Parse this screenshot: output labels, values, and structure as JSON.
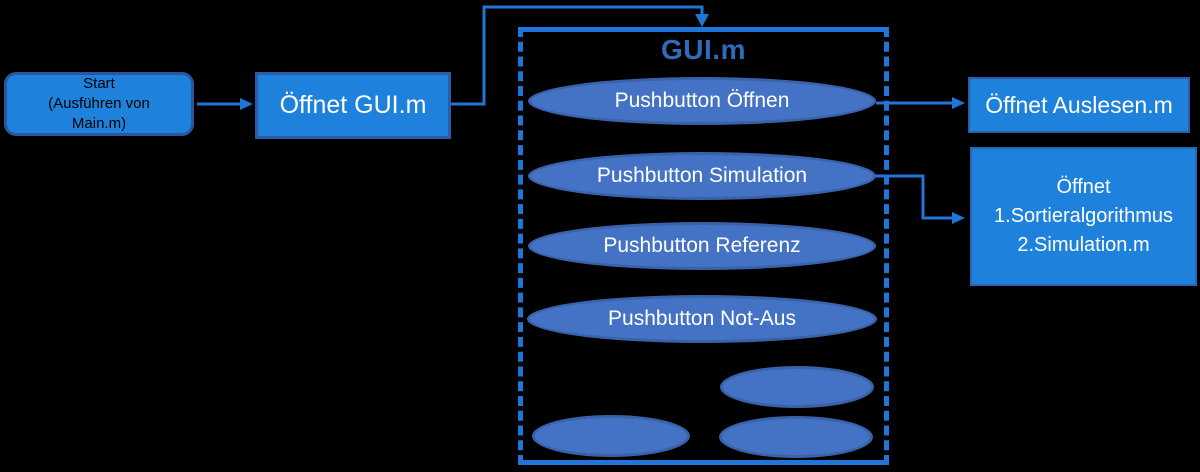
{
  "diagram": {
    "background": "#000000",
    "nodes": {
      "start": {
        "lines": [
          "Start",
          "(Ausführen von",
          "Main.m)"
        ]
      },
      "open_gui": {
        "label": "Öffnet GUI.m"
      },
      "gui_container": {
        "title": "GUI.m"
      },
      "pushbuttons": [
        {
          "label": "Pushbutton Öffnen"
        },
        {
          "label": "Pushbutton Simulation"
        },
        {
          "label": "Pushbutton Referenz"
        },
        {
          "label": "Pushbutton Not-Aus"
        },
        {
          "label": ""
        },
        {
          "label": ""
        },
        {
          "label": ""
        }
      ],
      "open_auslesen": {
        "label": "Öffnet Auslesen.m"
      },
      "open_simulation": {
        "lines": [
          "Öffnet",
          "1.Sortieralgorithmus",
          "2.Simulation.m"
        ]
      }
    },
    "colors": {
      "box_fill": "#1e82dc",
      "box_border": "#2a5da8",
      "start_border": "#2d549c",
      "ellipse_fill": "#4472c4",
      "ellipse_border": "#3a62a8",
      "container_border": "#1f75d8",
      "connector": "#1f75d8",
      "title_text": "#2e6bbd",
      "box_text": "#ffffff",
      "start_text": "#000000"
    }
  }
}
